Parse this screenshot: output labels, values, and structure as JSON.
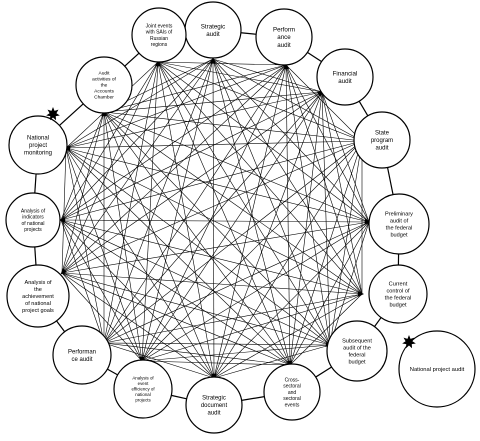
{
  "diagram": {
    "nodes": [
      {
        "id": "strategic-audit",
        "lines": [
          "Strategic",
          "audit"
        ]
      },
      {
        "id": "performance-audit-top",
        "lines": [
          "Perform",
          "ance",
          "audit"
        ]
      },
      {
        "id": "financial-audit",
        "lines": [
          "Financial",
          "audit"
        ]
      },
      {
        "id": "state-program-audit",
        "lines": [
          "State",
          "program",
          "audit"
        ]
      },
      {
        "id": "preliminary-audit",
        "lines": [
          "Preliminary",
          "audit of",
          "the federal",
          "budget"
        ]
      },
      {
        "id": "current-control",
        "lines": [
          "Current",
          "control of",
          "the federal",
          "budget"
        ]
      },
      {
        "id": "subsequent-audit",
        "lines": [
          "Subsequent",
          "audit of the",
          "federal",
          "budget"
        ]
      },
      {
        "id": "cross-sectoral-events",
        "lines": [
          "Cross-",
          "sectoral",
          "and",
          "sectoral",
          "events"
        ]
      },
      {
        "id": "strategic-document-audit",
        "lines": [
          "Strategic",
          "document",
          "audit"
        ]
      },
      {
        "id": "analysis-event-efficiency",
        "lines": [
          "Analysis of",
          "event",
          "efficiency of",
          "national",
          "projects"
        ]
      },
      {
        "id": "performance-audit-left",
        "lines": [
          "Performan",
          "ce audit"
        ]
      },
      {
        "id": "analysis-achievement-goals",
        "lines": [
          "Analysis of",
          "the",
          "achievement",
          "of national",
          "project goals"
        ]
      },
      {
        "id": "analysis-indicators",
        "lines": [
          "Analysis of",
          "indicators",
          "of national",
          "projects"
        ]
      },
      {
        "id": "national-project-monitoring",
        "lines": [
          "National",
          "project",
          "monitoring"
        ]
      },
      {
        "id": "audit-activities-accounts-chamber",
        "lines": [
          "Audit",
          "activities of",
          "the",
          "Accounts",
          "Chamber"
        ]
      },
      {
        "id": "joint-events-sai",
        "lines": [
          "Joint events",
          "with SAIs of",
          "Russian",
          "regions"
        ]
      }
    ],
    "standalone": {
      "id": "national-project-audit",
      "label": "National project audit"
    }
  }
}
